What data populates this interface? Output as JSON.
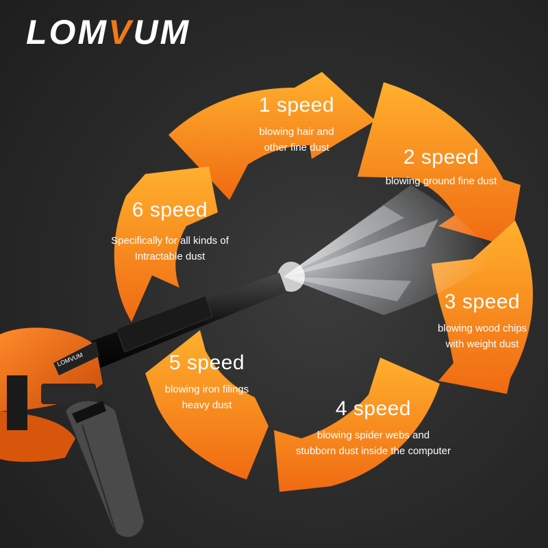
{
  "brand": {
    "name": "LOMVUM",
    "accent_color": "#f07a18"
  },
  "colors": {
    "segment_light": "#ffb02e",
    "segment_dark": "#f06a12",
    "background": "#2a2a2a"
  },
  "speeds": [
    {
      "title": "1 speed",
      "desc_lines": [
        "blowing hair and",
        "other fine dust"
      ]
    },
    {
      "title": "2 speed",
      "desc_lines": [
        "blowing ground fine dust"
      ]
    },
    {
      "title": "3 speed",
      "desc_lines": [
        "blowing wood chips",
        "with weight dust"
      ]
    },
    {
      "title": "4 speed",
      "desc_lines": [
        "blowing spider webs and",
        "stubborn dust inside the computer"
      ]
    },
    {
      "title": "5 speed",
      "desc_lines": [
        "blowing iron filings",
        "heavy dust"
      ]
    },
    {
      "title": "6 speed",
      "desc_lines": [
        "Specifically for all kinds of",
        "Intractable dust"
      ]
    }
  ],
  "product": {
    "name": "electric-blower",
    "nozzle_print": "LOMVUM"
  }
}
